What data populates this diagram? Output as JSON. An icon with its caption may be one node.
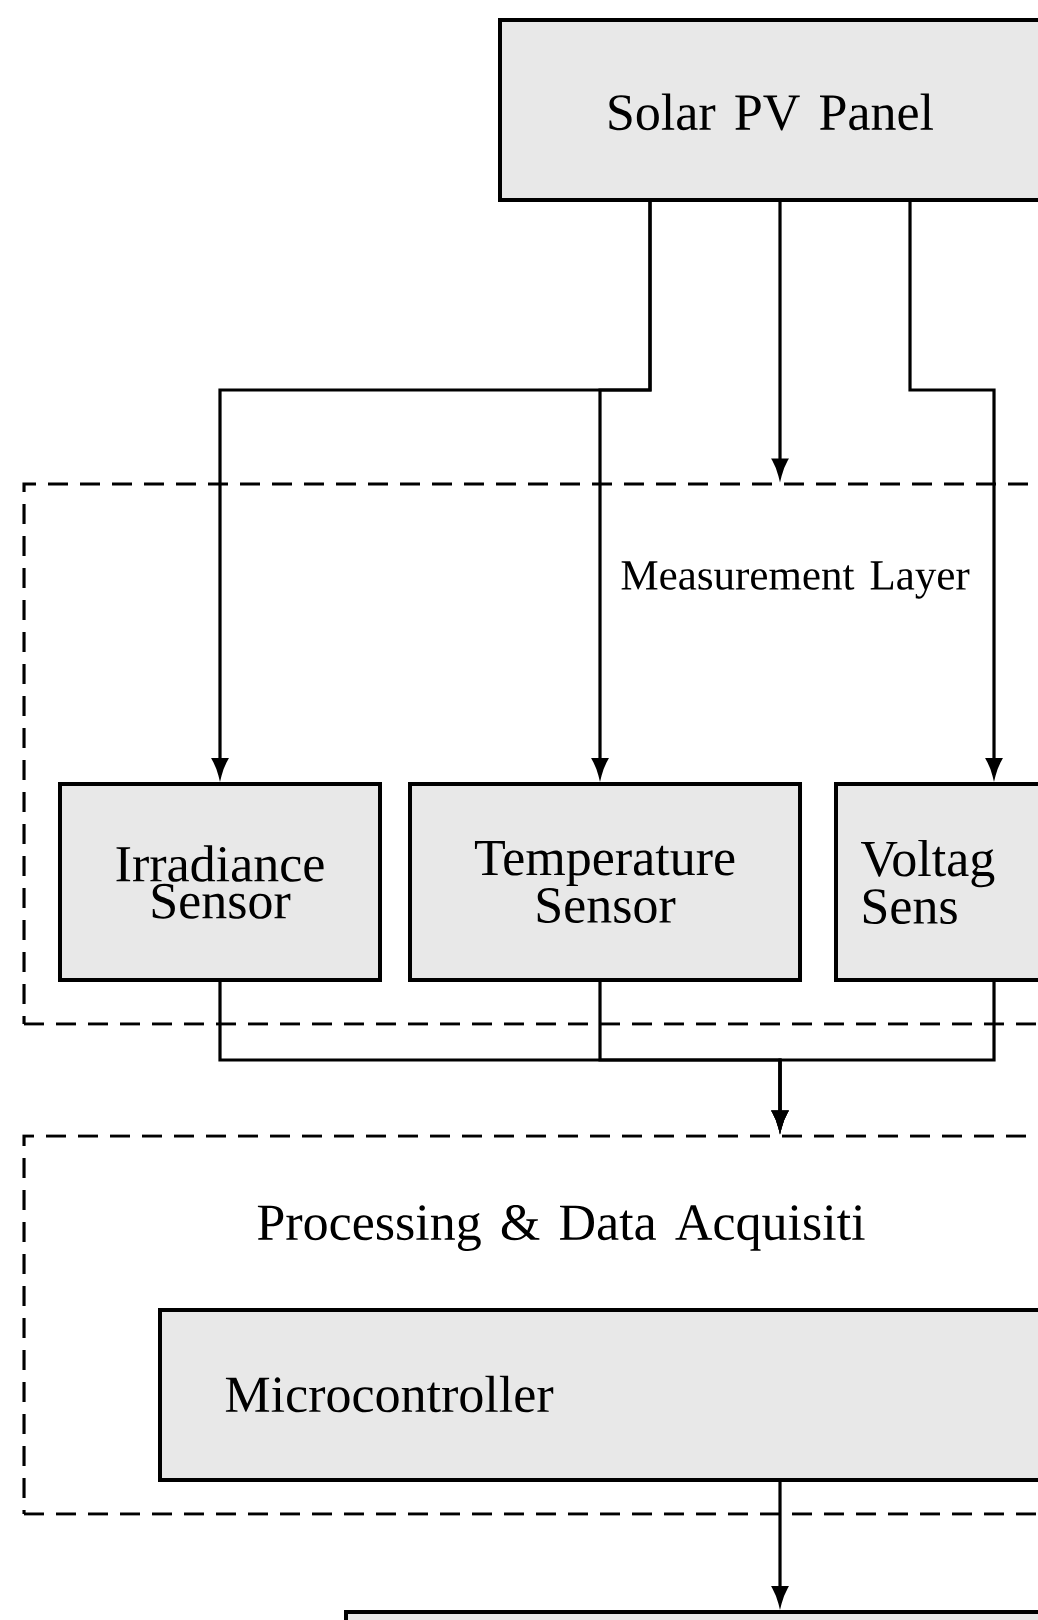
{
  "diagram": {
    "nodes": [
      {
        "text": [
          "Solar PV Panel"
        ]
      },
      {
        "text": [
          "Measurement Layer"
        ]
      },
      {
        "text": [
          "Irradiance Sensor"
        ],
        "in": 1
      },
      {
        "text": [
          "Temperature Sensor"
        ],
        "in": 1
      },
      {
        "text": [
          "Voltag Sens"
        ],
        "in": 1
      },
      {
        "text": [
          "Processing & Data Acquisiti"
        ]
      },
      {
        "text": [
          "Microcontroller"
        ],
        "in": 5
      },
      {
        "text": [],
        "shape": "box"
      }
    ],
    "edges": [
      {
        "from": 0,
        "to": 2,
        "arrow": "to"
      },
      {
        "from": 0,
        "to": 3,
        "arrow": "to"
      },
      {
        "from": 0,
        "to": 1,
        "arrow": "to"
      },
      {
        "from": 0,
        "to": 4,
        "arrow": "to"
      },
      {
        "from": 2,
        "to": 5,
        "arrow": "to"
      },
      {
        "from": 3,
        "to": 5,
        "arrow": "to"
      },
      {
        "from": 4,
        "to": 5,
        "arrow": "to"
      },
      {
        "from": 6,
        "to": 7,
        "arrow": "to"
      }
    ]
  }
}
